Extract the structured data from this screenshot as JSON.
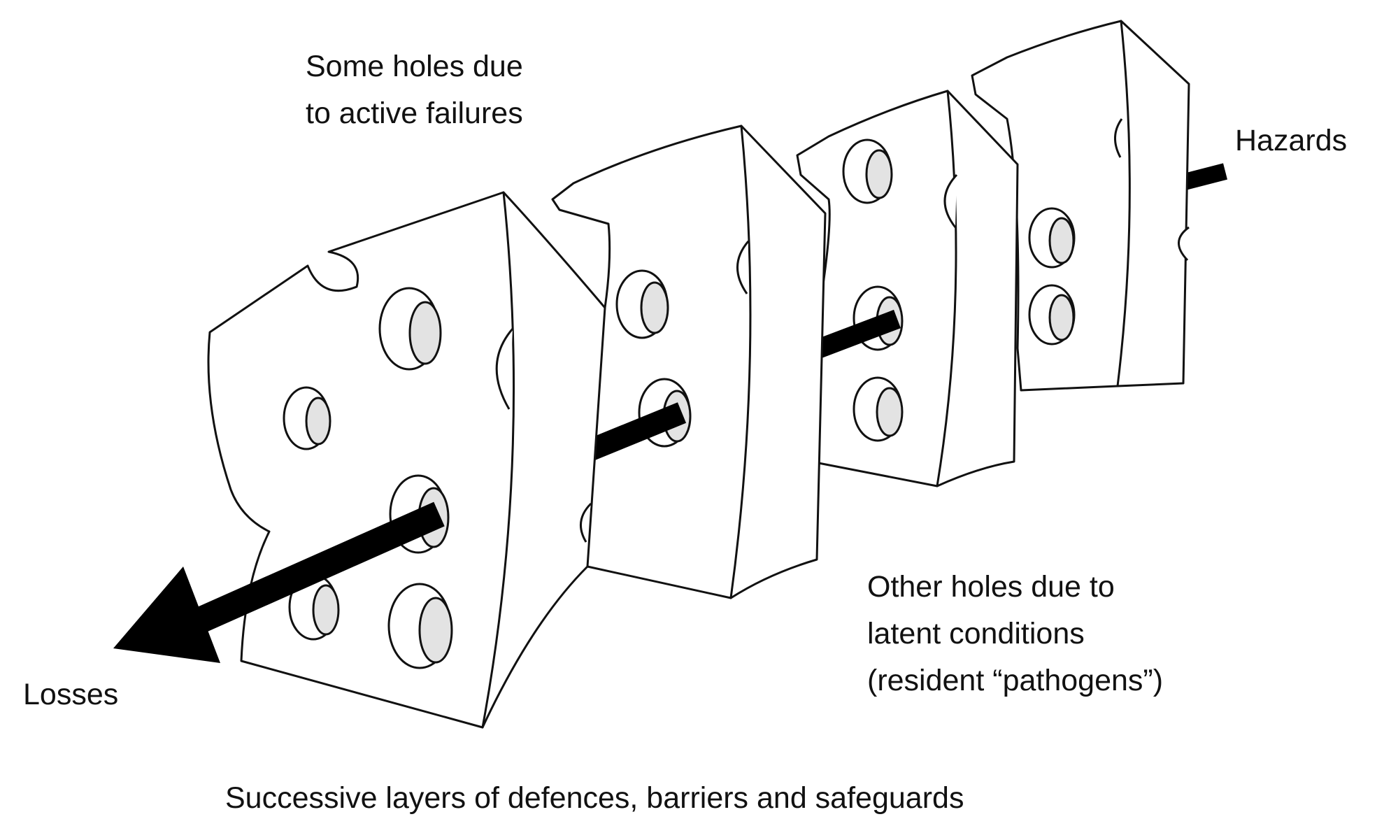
{
  "labels": {
    "active_failures": [
      "Some holes due",
      "to active failures"
    ],
    "latent_conditions": [
      "Other holes due to",
      "latent conditions",
      "(resident “pathogens”)"
    ],
    "hazards": "Hazards",
    "losses": "Losses",
    "caption": "Successive layers of defences, barriers and safeguards"
  },
  "colors": {
    "slice_fill": "#ffffff",
    "outline": "#111111",
    "hole_fill": "#e3e3e3",
    "arrow": "#000000",
    "text": "#111111"
  }
}
